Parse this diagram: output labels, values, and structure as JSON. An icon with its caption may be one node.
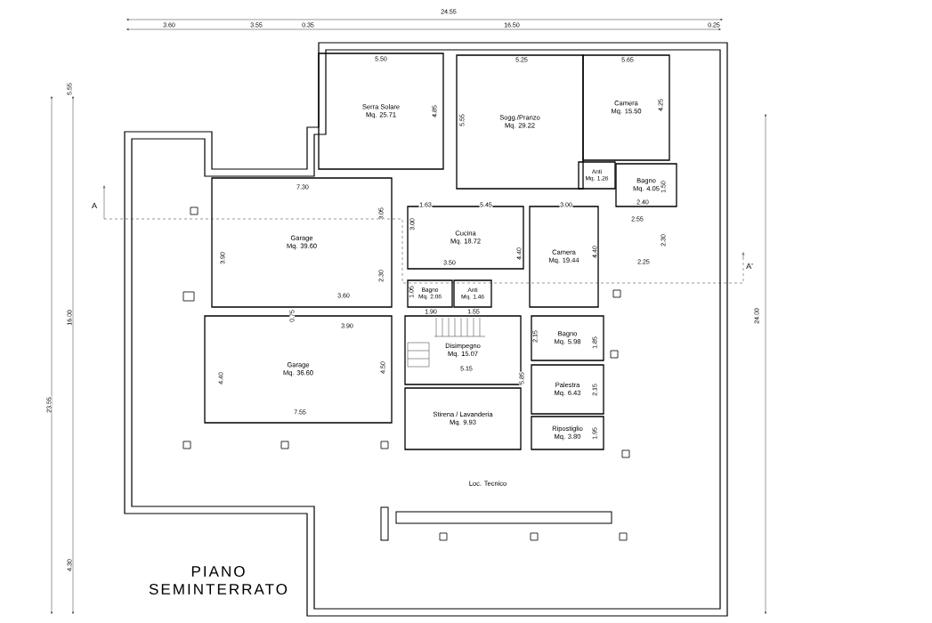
{
  "diagram": {
    "title": "PIANO SEMINTERRATO",
    "nodes": [
      {
        "text": [
          "Serra Solare",
          "Mq. 25.71"
        ]
      },
      {
        "text": [
          "Sogg./Pranzo",
          "Mq. 29.22"
        ]
      },
      {
        "text": [
          "Camera",
          "Mq. 15.50"
        ]
      },
      {
        "text": [
          "Anti",
          "Mq. 1.26"
        ]
      },
      {
        "text": [
          "Bagno",
          "Mq. 4.05"
        ]
      },
      {
        "text": [
          "Garage",
          "Mq. 39.60"
        ]
      },
      {
        "text": [
          "Cucina",
          "Mq. 18.72"
        ]
      },
      {
        "text": [
          "Camera",
          "Mq. 19.44"
        ]
      },
      {
        "text": [
          "Bagno",
          "Mq. 2.06"
        ]
      },
      {
        "text": [
          "Anti",
          "Mq. 1.46"
        ]
      },
      {
        "text": [
          "Garage",
          "Mq. 36.60"
        ]
      },
      {
        "text": [
          "Disimpegno",
          "Mq. 15.07"
        ]
      },
      {
        "text": [
          "Bagno",
          "Mq. 5.98"
        ]
      },
      {
        "text": [
          "Palestra",
          "Mq. 6.43"
        ]
      },
      {
        "text": [
          "Stirena / Lavanderia",
          "Mq. 9.93"
        ]
      },
      {
        "text": [
          "Ripostiglio",
          "Mq. 3.80"
        ]
      }
    ],
    "labels": [
      "24.55",
      "3.60",
      "3.55",
      "0.35",
      "16.50",
      "0.25",
      "5.55",
      "23.55",
      "16.00",
      "4.30",
      "24.00",
      "5.50",
      "4.85",
      "5.25",
      "5.55",
      "5.65",
      "4.25",
      "7.30",
      "3.05",
      "3.90",
      "2.30",
      "3.60",
      "0.75",
      "3.90",
      "4.40",
      "4.50",
      "7.55",
      "1.63",
      "5.45",
      "3.00",
      "2.40",
      "1.50",
      "3.00",
      "4.40",
      "4.40",
      "2.55",
      "2.30",
      "3.50",
      "2.25",
      "1.05",
      "1.90",
      "1.55",
      "2.15",
      "1.85",
      "5.15",
      "5.85",
      "2.15",
      "1.95",
      "Loc. Tecnico",
      "A",
      "A'"
    ]
  }
}
